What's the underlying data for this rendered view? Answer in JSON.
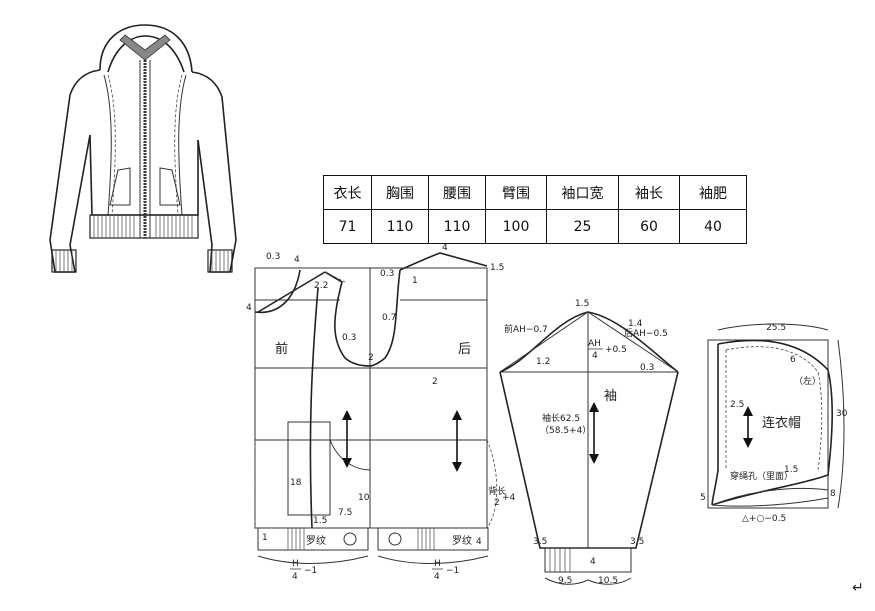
{
  "size_table": {
    "headers": [
      "衣长",
      "胸围",
      "腰围",
      "臂围",
      "袖口宽",
      "袖长",
      "袖肥"
    ],
    "values": [
      "71",
      "110",
      "110",
      "100",
      "25",
      "60",
      "40"
    ]
  },
  "front": {
    "title": "前",
    "labels": {
      "neck_drop": "0.3",
      "shoulder_4": "4",
      "shoulder_4b": "4",
      "neck_22": "2.2",
      "armhole_03": "0.3",
      "side_2": "2",
      "pocket_18": "18",
      "dim_10": "10",
      "dim_75": "7.5",
      "dim_15": "1.5",
      "rib_label": "罗纹",
      "hem_1": "1",
      "hem_formula_num": "H",
      "hem_formula_den": "4",
      "hem_formula_tail": "−1"
    }
  },
  "back": {
    "title": "后",
    "labels": {
      "neck_4": "4",
      "neck_15": "1.5",
      "neck_03": "0.3",
      "neck_1": "1",
      "armhole_07": "0.7",
      "side_2": "2",
      "back_len_text": "背长",
      "back_len_num": "2",
      "back_len_tail": "+4",
      "rib_label": "罗纹",
      "rib_4": "4",
      "hem_formula_num": "H",
      "hem_formula_den": "4",
      "hem_formula_tail": "−1"
    }
  },
  "sleeve": {
    "title": "袖",
    "labels": {
      "top_15": "1.5",
      "front_ah": "前AH−0.7",
      "back_ah": "后AH−0.5",
      "dim_14": "1.4",
      "dim_12": "1.2",
      "ah_num": "AH",
      "ah_den": "4",
      "ah_tail": "+0.5",
      "cap_03": "0.3",
      "length_a": "袖长62.5",
      "length_b": "（58.5+4）",
      "left_35": "3.5",
      "right_35": "3.5",
      "bottom_4": "4",
      "cuff_95": "9.5",
      "cuff_105": "10.5"
    }
  },
  "hood": {
    "title": "连衣帽",
    "labels": {
      "top_255": "25.5",
      "dim_6": "6",
      "left_note": "（左）",
      "height_30": "30",
      "dim_25": "2.5",
      "drawstring": "穿绳孔（里面）",
      "dim_15": "1.5",
      "dim_5": "5",
      "dim_8": "8",
      "bottom_formula": "△+○−0.5"
    }
  },
  "return_mark": "↵"
}
